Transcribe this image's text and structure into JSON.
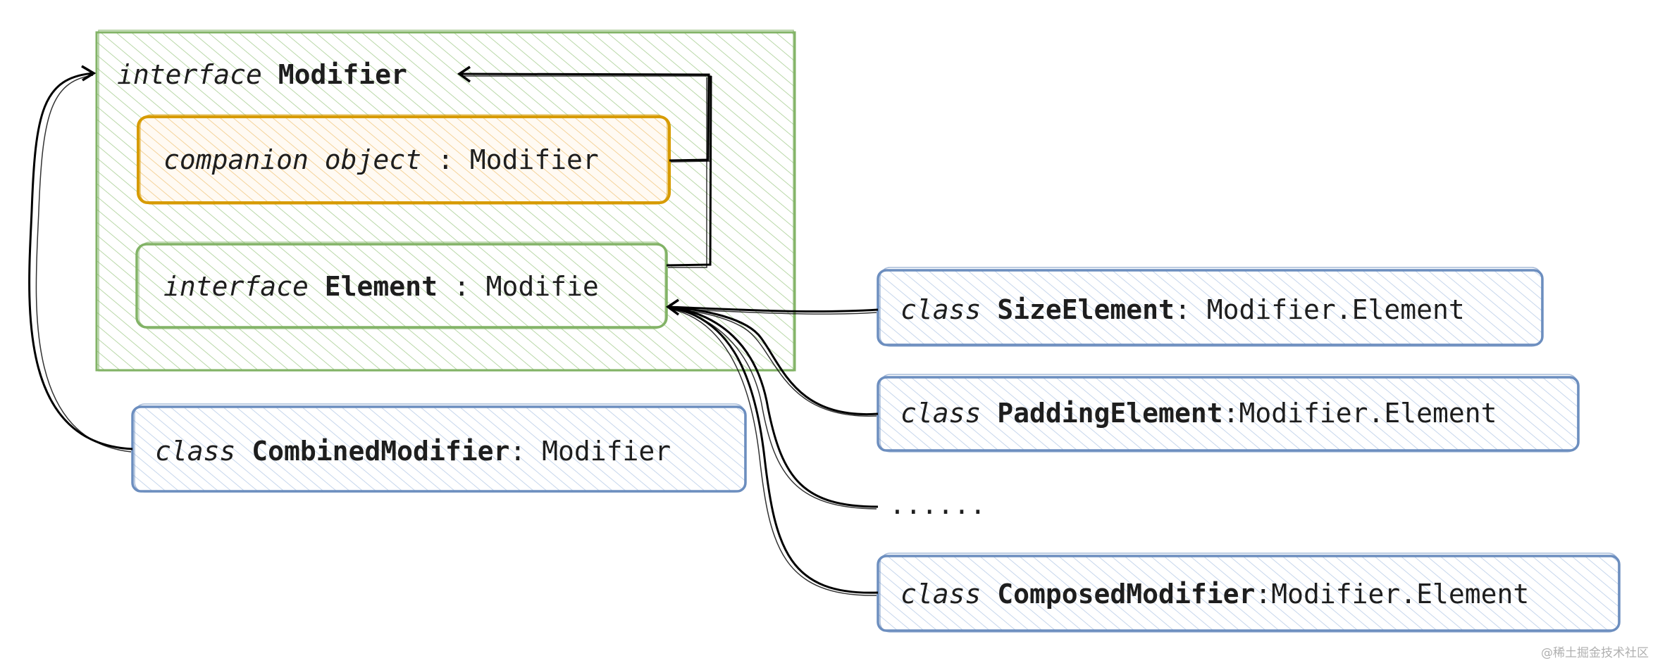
{
  "colors": {
    "outer_stroke": "#82b366",
    "outer_fill": "#d5e8d4",
    "companion_stroke": "#d79b00",
    "companion_fill": "#ffe6cc",
    "element_stroke": "#82b366",
    "element_fill": "#d5e8d4",
    "class_stroke": "#6c8ebf",
    "class_fill": "#dae8fc",
    "arrow": "#000000",
    "text": "#1e1e1e"
  },
  "nodes": {
    "modifier": {
      "keyword": "interface",
      "name": "Modifier"
    },
    "companion": {
      "text": "companion object",
      "sep": " : ",
      "parent": "Modifier"
    },
    "element": {
      "keyword": "interface",
      "name": "Element",
      "sep": " : ",
      "parent": "Modifie"
    },
    "combined": {
      "keyword": "class",
      "name": "CombinedModifier",
      "sep": ": ",
      "parent": "Modifier"
    },
    "size": {
      "keyword": "class",
      "name": "SizeElement",
      "sep": ": ",
      "parent": "Modifier.Element"
    },
    "padding": {
      "keyword": "class",
      "name": "PaddingElement",
      "sep": ":",
      "parent": "Modifier.Element"
    },
    "ellipsis": {
      "text": "......"
    },
    "composed": {
      "keyword": "class",
      "name": "ComposedModifier",
      "sep": ":",
      "parent": "Modifier.Element"
    }
  },
  "watermark": "@稀土掘金技术社区"
}
